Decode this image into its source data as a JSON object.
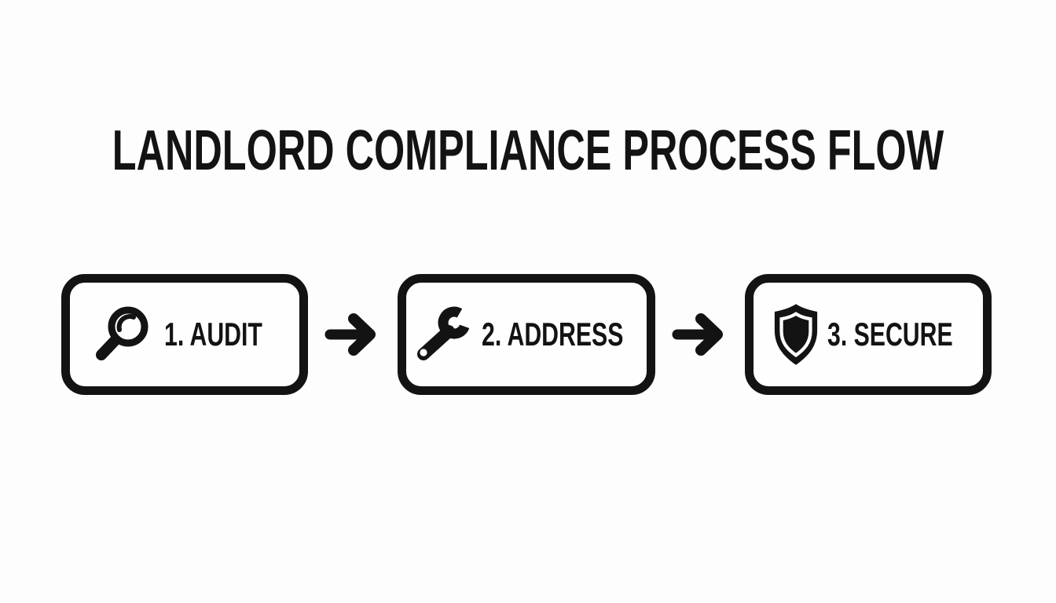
{
  "colors": {
    "ink": "#131313",
    "background": "#fdfdfd",
    "box_fill": "#fefefe"
  },
  "title": "LANDLORD COMPLIANCE PROCESS FLOW",
  "flow": {
    "steps": [
      {
        "label": "1. AUDIT",
        "icon": "magnifying-glass"
      },
      {
        "label": "2. ADDRESS",
        "icon": "wrench"
      },
      {
        "label": "3. SECURE",
        "icon": "shield"
      }
    ],
    "connector": "right-arrow"
  }
}
